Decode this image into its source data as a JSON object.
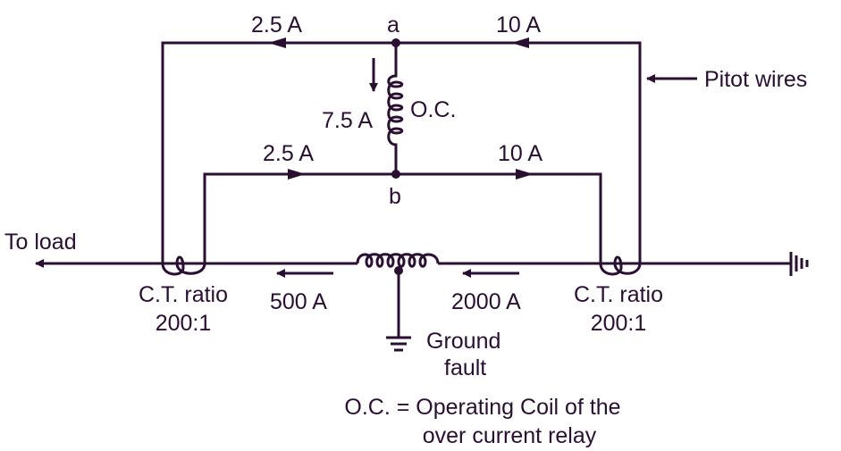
{
  "labels": {
    "top_left_current": "2.5 A",
    "node_a": "a",
    "top_right_current": "10 A",
    "pitot_wires": "Pitot wires",
    "coil_current": "7.5 A",
    "coil_label": "O.C.",
    "mid_left_current": "2.5 A",
    "mid_right_current": "10 A",
    "node_b": "b",
    "to_load": "To load",
    "left_ct_line1": "C.T. ratio",
    "left_ct_line2": "200:1",
    "right_ct_line1": "C.T. ratio",
    "right_ct_line2": "200:1",
    "left_primary_current": "500 A",
    "right_primary_current": "2000 A",
    "ground_fault_line1": "Ground",
    "ground_fault_line2": "fault",
    "legend_line1": "O.C. = Operating Coil of the",
    "legend_line2": "over current relay"
  },
  "colors": {
    "ink": "#2a0f33",
    "background": "#ffffff"
  }
}
